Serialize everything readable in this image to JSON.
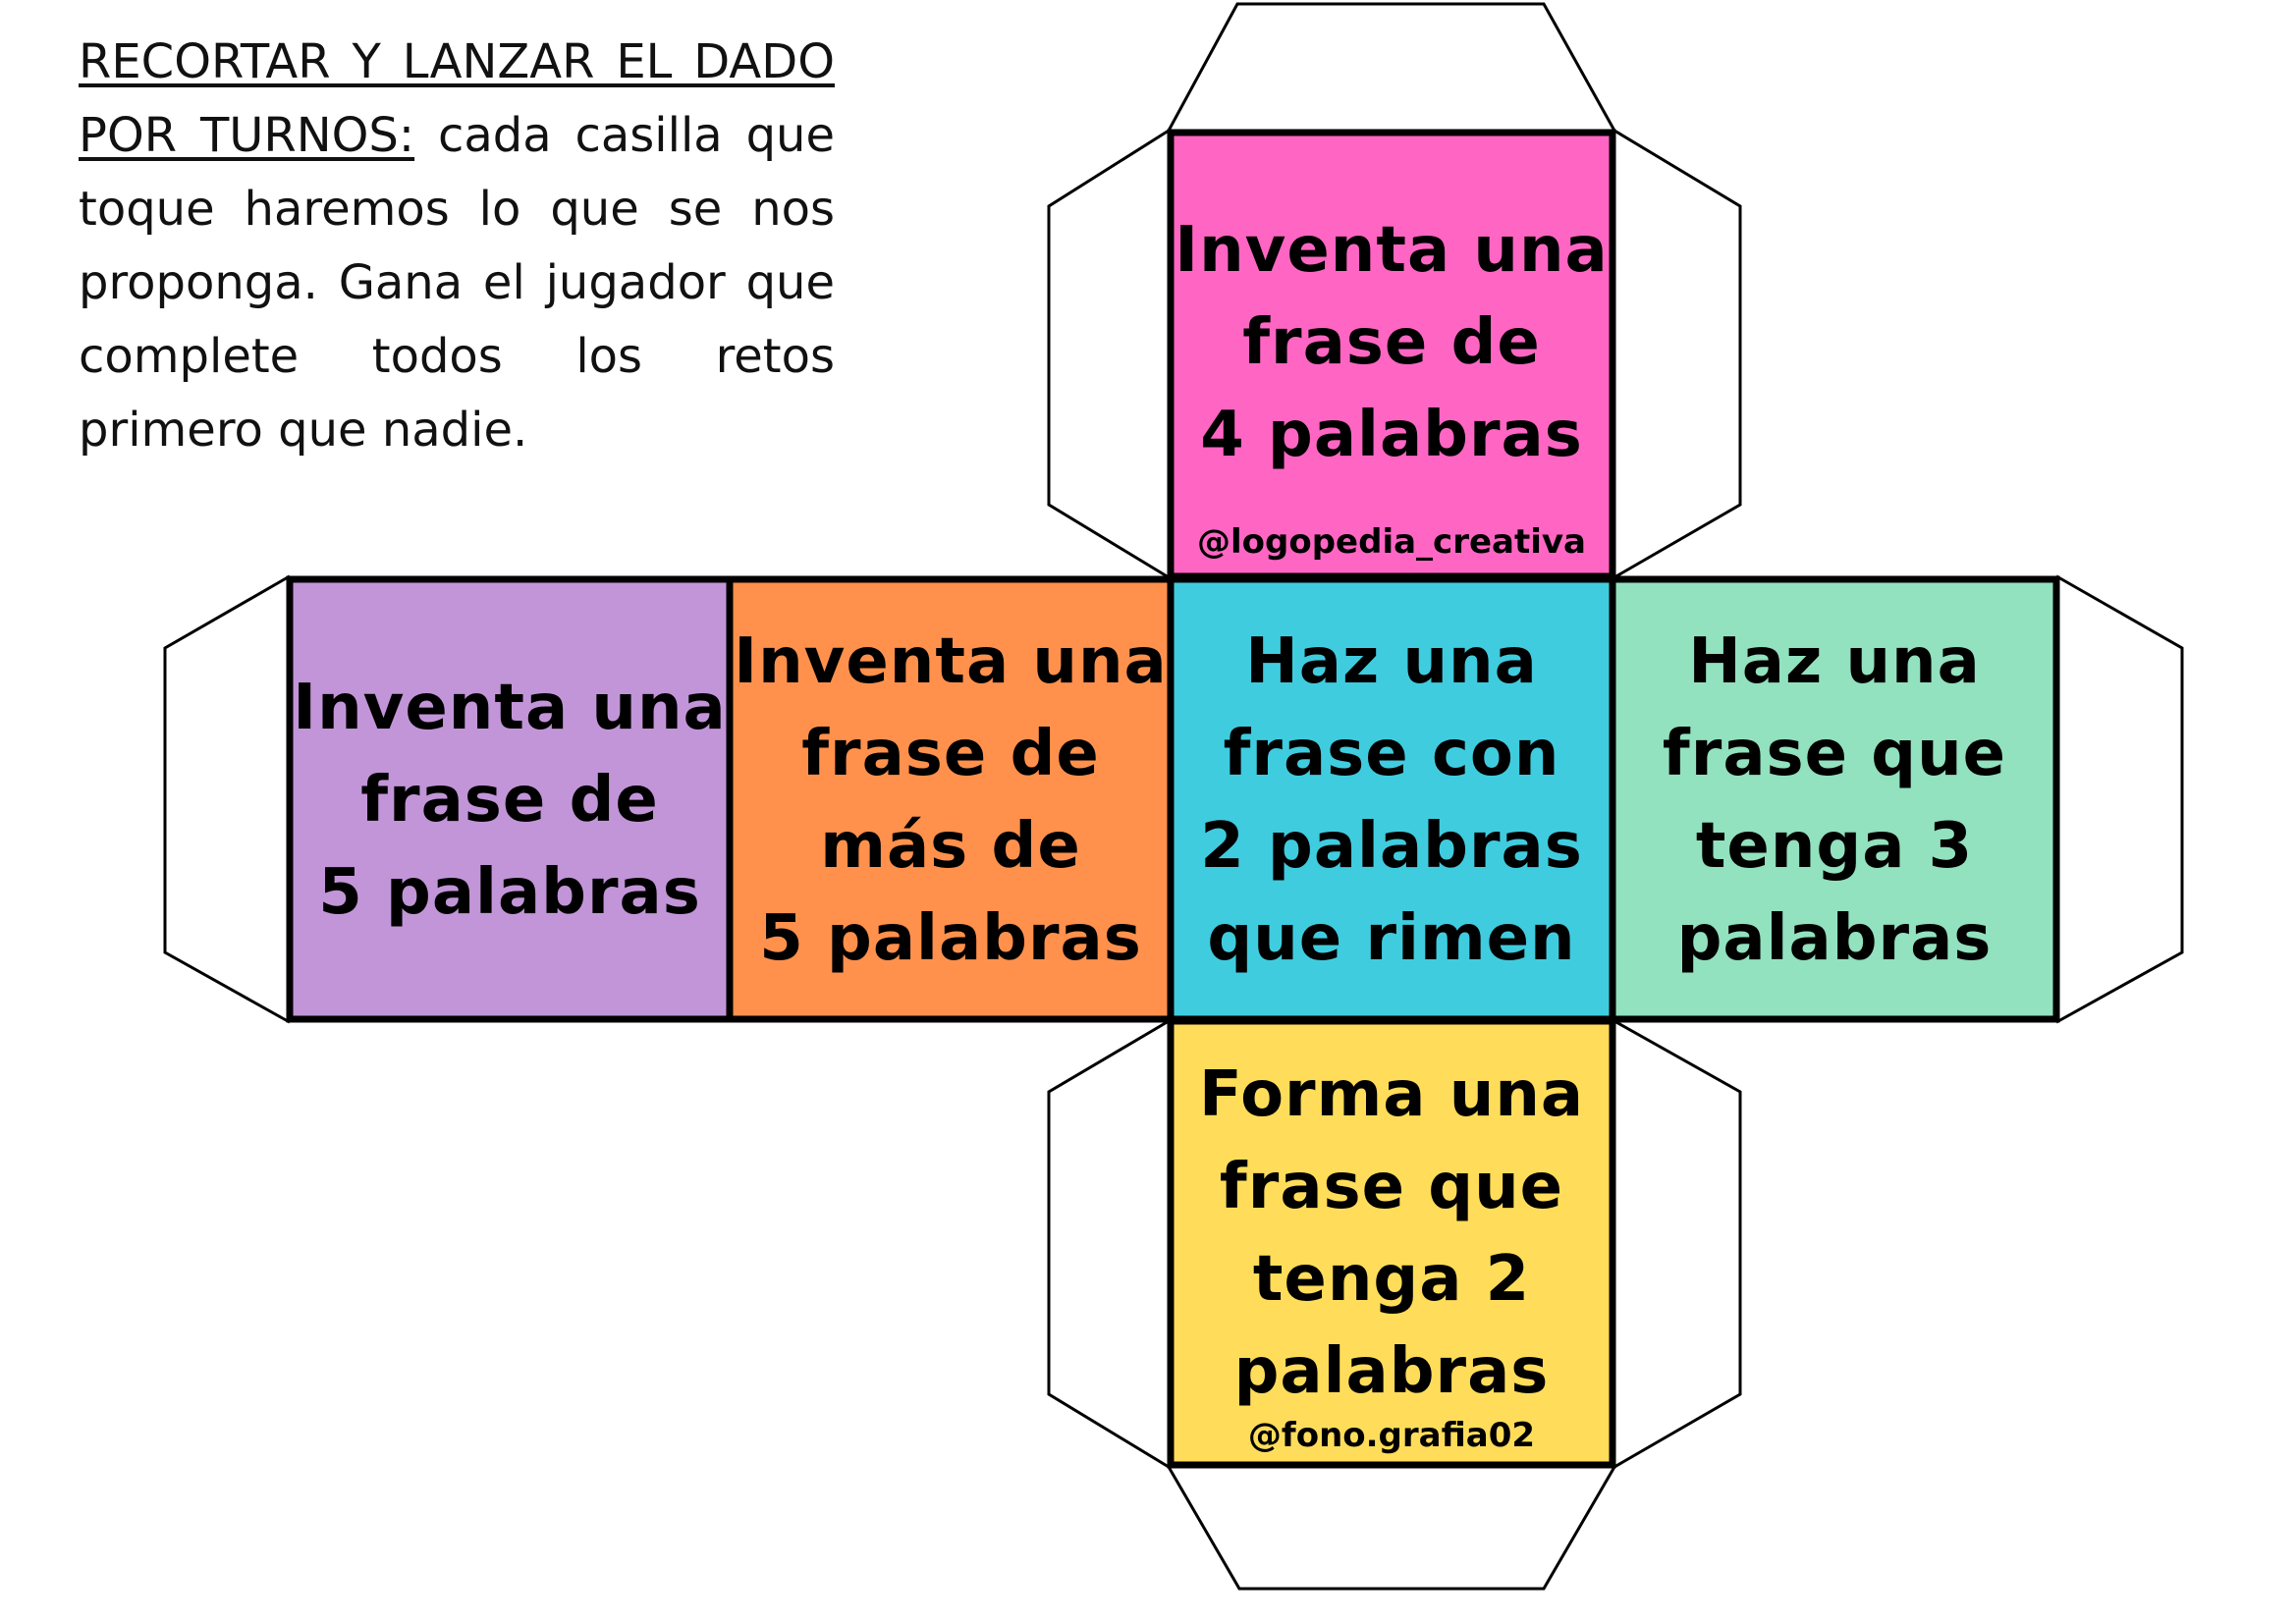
{
  "instructions": {
    "heading": "RECORTAR Y LANZAR EL DADO POR TURNOS:",
    "body": " cada casilla que toque haremos lo que se nos proponga. Gana el jugador que complete todos los retos primero que nadie."
  },
  "faces": {
    "top": {
      "lines": [
        "Inventa una",
        "frase de",
        "4 palabras"
      ],
      "handle": "@logopedia_creativa",
      "color": "#ff66c4"
    },
    "left": {
      "lines": [
        "Inventa una",
        "frase de",
        "5 palabras"
      ],
      "color": "#c295d8"
    },
    "center_left": {
      "lines": [
        "Inventa una",
        "frase de",
        "más de",
        "5 palabras"
      ],
      "color": "#ff914d"
    },
    "center": {
      "lines": [
        "Haz una",
        "frase con",
        "2 palabras",
        "que rimen"
      ],
      "color": "#40ccdf"
    },
    "right": {
      "lines": [
        "Haz una",
        "frase que",
        "tenga 3",
        "palabras"
      ],
      "color": "#92e1bf"
    },
    "bottom": {
      "lines": [
        "Forma una",
        "frase que",
        "tenga 2",
        "palabras"
      ],
      "handle": "@fono.grafia02",
      "color": "#ffdd5a"
    }
  }
}
